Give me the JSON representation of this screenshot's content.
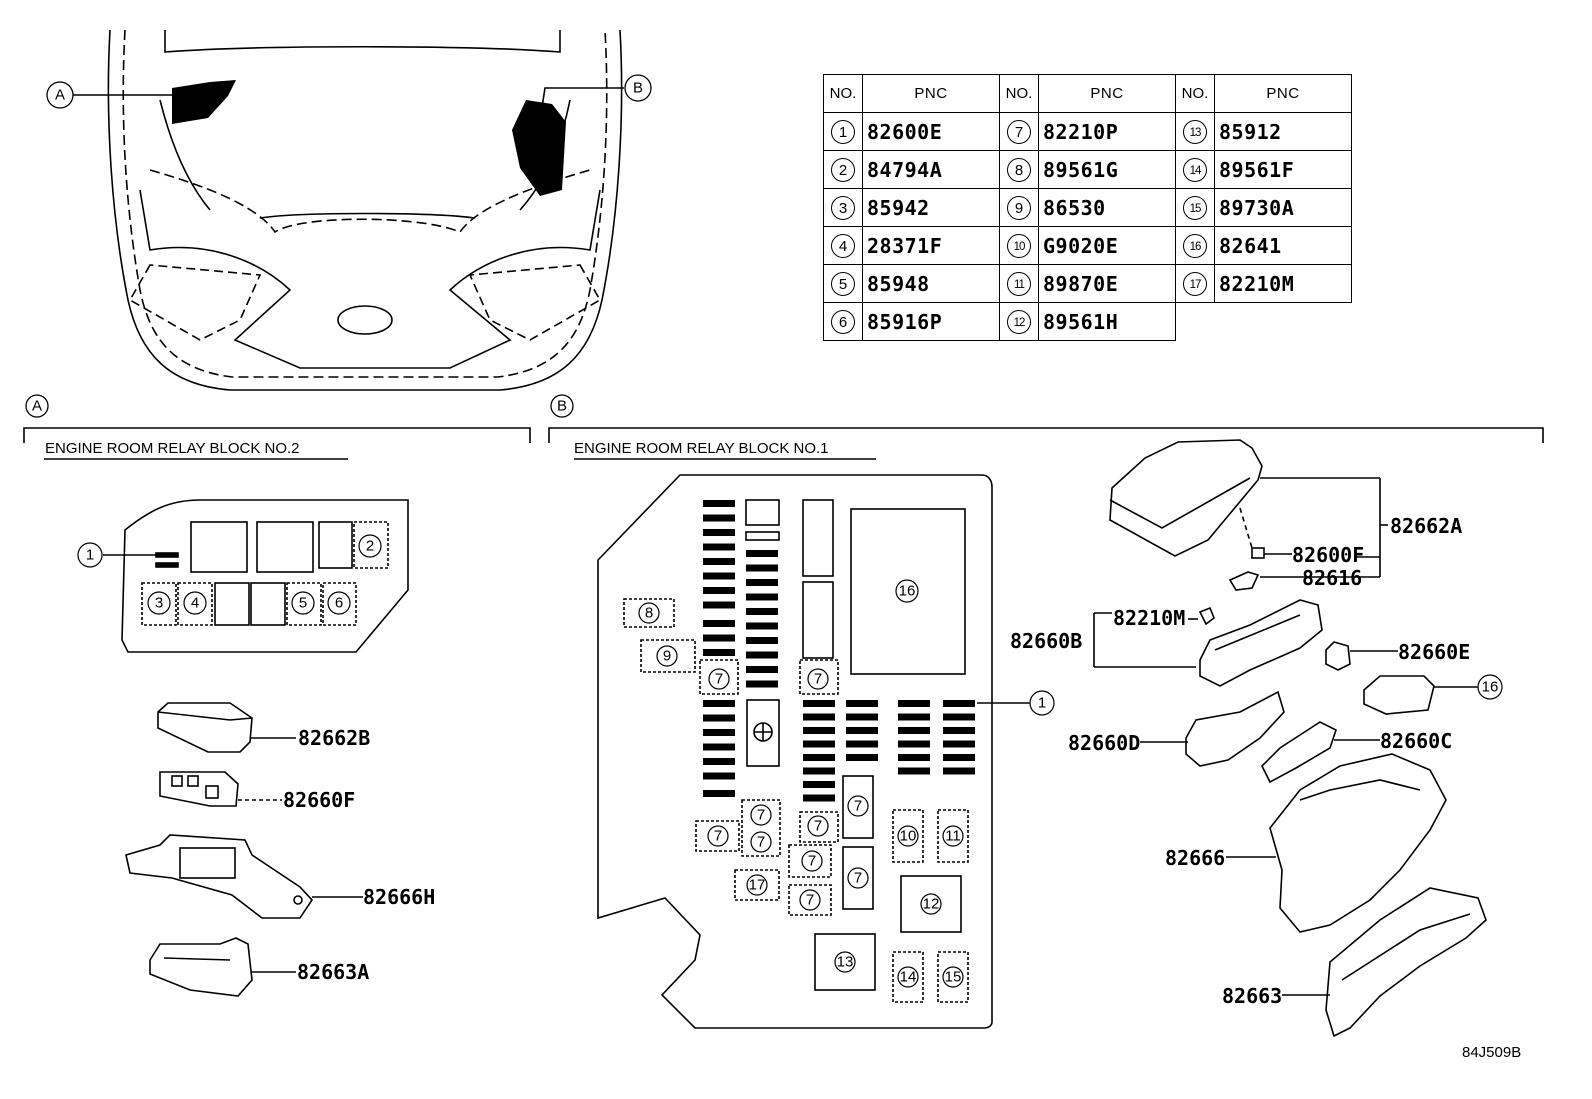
{
  "pnc_table": {
    "headers": [
      "NO.",
      "PNC",
      "NO.",
      "PNC",
      "NO.",
      "PNC"
    ],
    "rows": [
      [
        {
          "no": "1",
          "pnc": "82600E"
        },
        {
          "no": "7",
          "pnc": "82210P"
        },
        {
          "no": "13",
          "pnc": "85912"
        }
      ],
      [
        {
          "no": "2",
          "pnc": "84794A"
        },
        {
          "no": "8",
          "pnc": "89561G"
        },
        {
          "no": "14",
          "pnc": "89561F"
        }
      ],
      [
        {
          "no": "3",
          "pnc": "85942"
        },
        {
          "no": "9",
          "pnc": "86530"
        },
        {
          "no": "15",
          "pnc": "89730A"
        }
      ],
      [
        {
          "no": "4",
          "pnc": "28371F"
        },
        {
          "no": "10",
          "pnc": "G9020E"
        },
        {
          "no": "16",
          "pnc": "82641"
        }
      ],
      [
        {
          "no": "5",
          "pnc": "85948"
        },
        {
          "no": "11",
          "pnc": "89870E"
        },
        {
          "no": "17",
          "pnc": "82210M"
        }
      ],
      [
        {
          "no": "6",
          "pnc": "85916P"
        },
        {
          "no": "12",
          "pnc": "89561H"
        },
        {
          "no": "",
          "pnc": ""
        }
      ]
    ]
  },
  "callouts": {
    "a": "A",
    "b": "B"
  },
  "section_a": {
    "title": "ENGINE ROOM RELAY BLOCK NO.2",
    "numbers": [
      "1",
      "2",
      "3",
      "4",
      "5",
      "6"
    ],
    "parts": [
      "82662B",
      "82660F",
      "82666H",
      "82663A"
    ]
  },
  "section_b": {
    "title": "ENGINE ROOM RELAY BLOCK NO.1",
    "numbers": {
      "n1": "1",
      "n7": "7",
      "n8": "8",
      "n9": "9",
      "n10": "10",
      "n11": "11",
      "n12": "12",
      "n13": "13",
      "n14": "14",
      "n15": "15",
      "n16": "16",
      "n17": "17"
    },
    "parts": {
      "p82662A": "82662A",
      "p82600F": "82600F",
      "p82616": "82616",
      "p82210M": "82210M",
      "p82660B": "82660B",
      "p82660E": "82660E",
      "p82660D": "82660D",
      "p82660C": "82660C",
      "p82666": "82666",
      "p82663": "82663"
    }
  },
  "diagram_id": "84J509B"
}
